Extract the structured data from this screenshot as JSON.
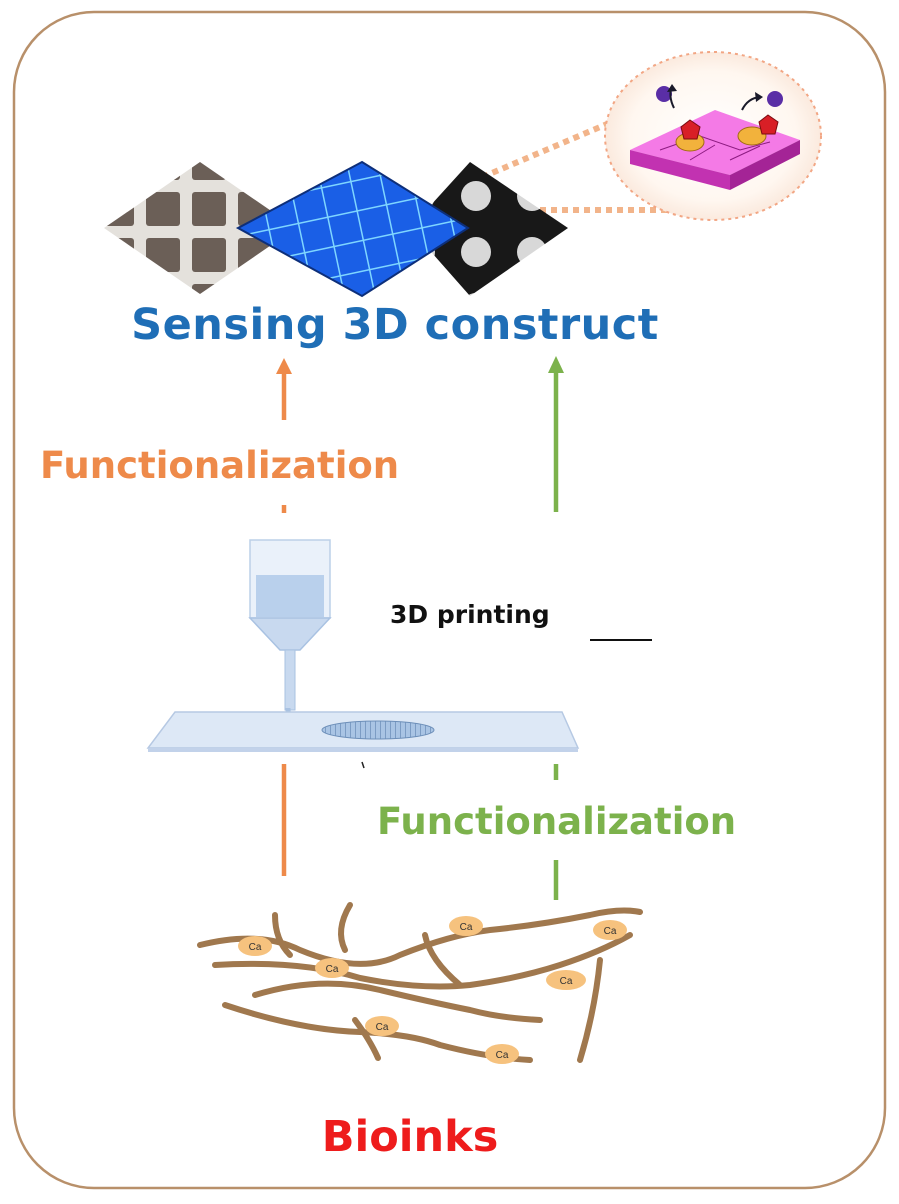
{
  "labels": {
    "title": "Sensing 3D construct",
    "functionalization_left": "Functionalization",
    "functionalization_right": "Functionalization",
    "printing": "3D printing",
    "bioinks": "Bioinks",
    "calcium": "Ca"
  },
  "colors": {
    "frame": "#b8906a",
    "title": "#1f6eb6",
    "orange_arrow": "#ee8a4a",
    "green_arrow": "#7cb24c",
    "bioinks": "#ee1c1c",
    "polymer": "#a0784e",
    "calcium_node": "#f6c27e",
    "printer_blue": "#c8d9ef",
    "sensor_magenta": "#e23fd4"
  }
}
